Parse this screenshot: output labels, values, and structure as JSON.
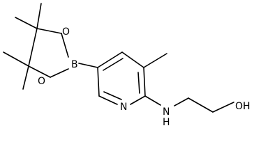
{
  "diagram": {
    "atom_labels": {
      "boron": "B",
      "oxygen_upper": "O",
      "oxygen_lower": "O",
      "ring_nitrogen": "N",
      "amine_nitrogen": "N",
      "amine_hydrogen": "H",
      "hydroxyl": "OH"
    }
  }
}
